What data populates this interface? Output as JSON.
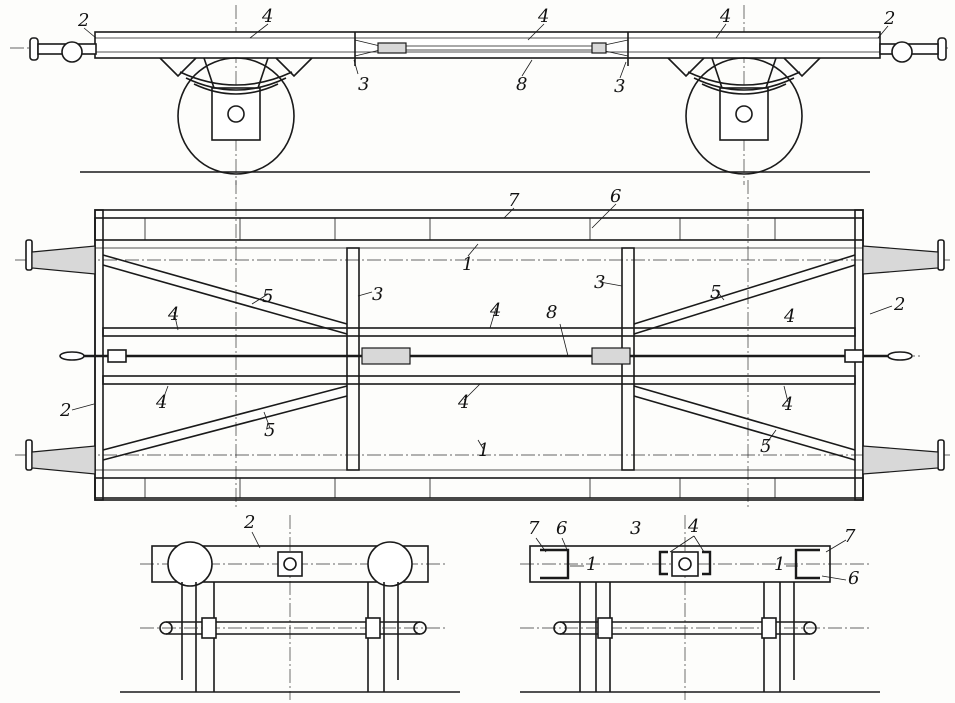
{
  "labels": {
    "frame_side": "1",
    "headstock": "2",
    "cross_member": "3",
    "longitudinal": "4",
    "diagonal_brace": "5",
    "bolster": "6",
    "sole_bar": "7",
    "draw_bar": "8"
  }
}
